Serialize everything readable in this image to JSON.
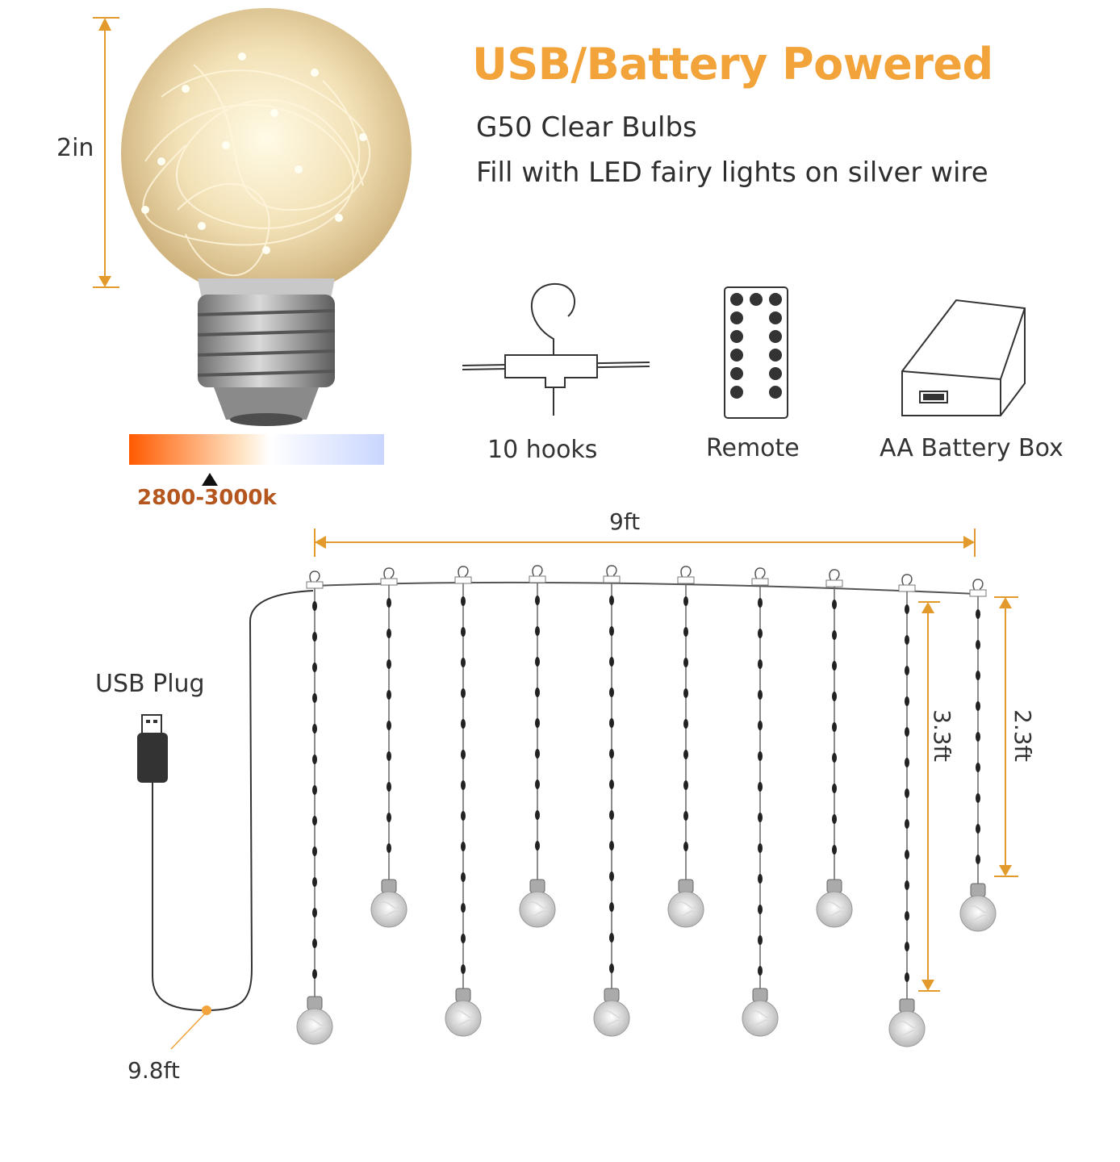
{
  "headline": "USB/Battery Powered",
  "subheadings": [
    "G50 Clear Bulbs",
    "Fill with LED fairy lights on silver wire"
  ],
  "bulb": {
    "height_label": "2in",
    "color_temperature_label": "2800-3000k"
  },
  "accessories": [
    {
      "label": "10 hooks",
      "icon": "hook-icon"
    },
    {
      "label": "Remote",
      "icon": "remote-icon"
    },
    {
      "label": "AA Battery Box",
      "icon": "battery-box-icon"
    }
  ],
  "dimensions": {
    "width_label": "9ft",
    "long_strand_label": "3.3ft",
    "short_strand_label": "2.3ft",
    "cable_length_label": "9.8ft"
  },
  "usb": {
    "label": "USB Plug"
  },
  "colors": {
    "accent": "#f2a33a",
    "kelvin_text": "#b5561e",
    "gradient": [
      "#ff5a00",
      "#ffe6c8",
      "#ffffff",
      "#c9d6ff"
    ]
  }
}
